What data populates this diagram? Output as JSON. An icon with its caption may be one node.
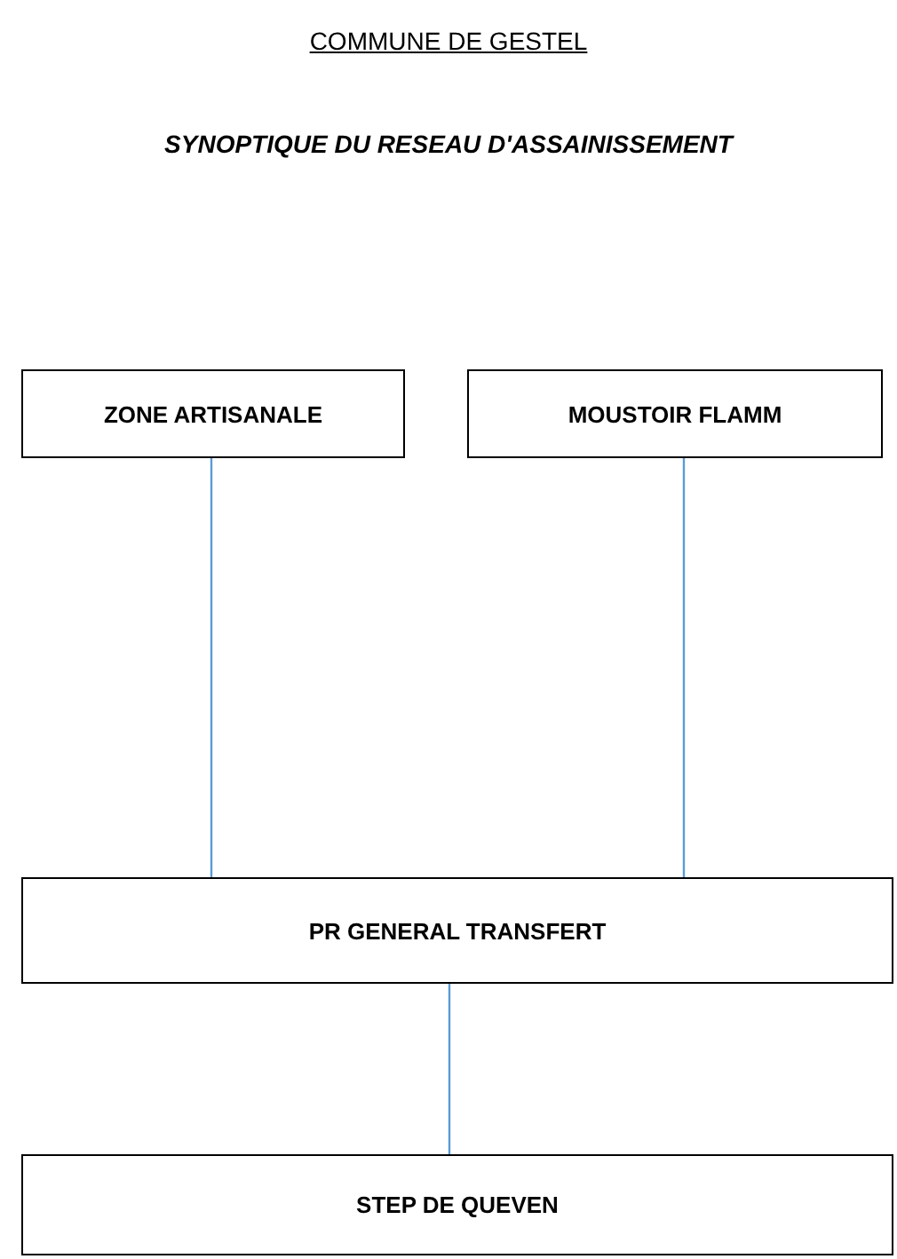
{
  "diagram": {
    "title": "COMMUNE DE GESTEL",
    "nodes": [
      {
        "text": [
          "ZONE ARTISANALE"
        ]
      },
      {
        "text": [
          "MOUSTOIR FLAMM"
        ]
      },
      {
        "text": [
          "PR GENERAL TRANSFERT"
        ]
      },
      {
        "text": [
          "STEP DE QUEVEN"
        ]
      }
    ],
    "edges": [
      {
        "from": 0,
        "to": 2,
        "arrow": "none"
      },
      {
        "from": 1,
        "to": 2,
        "arrow": "none"
      },
      {
        "from": 2,
        "to": 3,
        "arrow": "none"
      }
    ],
    "labels": [
      "SYNOPTIQUE DU RESEAU D'ASSAINISSEMENT"
    ]
  }
}
